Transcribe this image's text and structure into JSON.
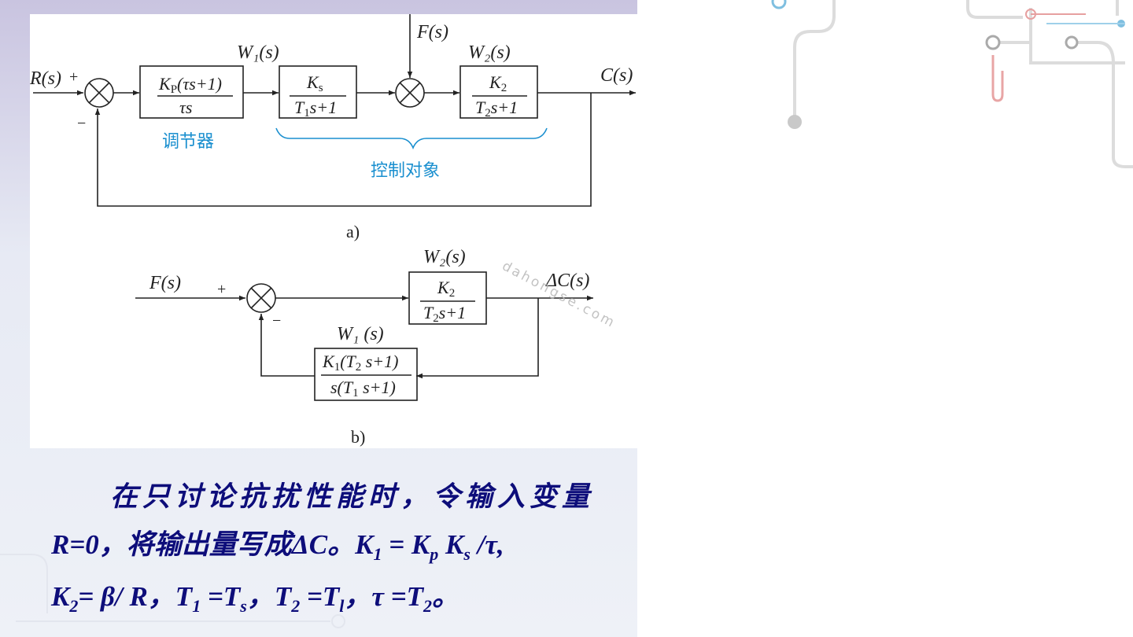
{
  "diagram_a": {
    "caption": "a)",
    "input_label": "R(s)",
    "plus_sign": "+",
    "minus_sign": "−",
    "disturbance_label": "F(s)",
    "output_label": "C(s)",
    "w1_label": "W₁(s)",
    "w2_label": "W₂(s)",
    "controller_num": "K",
    "controller_num_sub": "P",
    "controller_num_rest": "(τs+1)",
    "controller_den": "τs",
    "plant1_num": "K",
    "plant1_num_sub": "s",
    "plant1_den": "T",
    "plant1_den_sub": "1",
    "plant1_den_rest": "s+1",
    "plant2_num": "K",
    "plant2_num_sub": "2",
    "plant2_den": "T",
    "plant2_den_sub": "2",
    "plant2_den_rest": "s+1",
    "controller_cn": "调节器",
    "plant_cn": "控制对象"
  },
  "diagram_b": {
    "caption": "b)",
    "input_label": "F(s)",
    "plus_sign": "+",
    "minus_sign": "−",
    "output_label": "ΔC(s)",
    "w2_label": "W₂(s)",
    "w1_label": "W₁ (s)",
    "fwd_num": "K",
    "fwd_num_sub": "2",
    "fwd_den": "T",
    "fwd_den_sub": "2",
    "fwd_den_rest": "s+1",
    "fb_num": "K",
    "fb_num_sub": "1",
    "fb_num_rest1": "(T",
    "fb_num_sub2": "2",
    "fb_num_rest2": " s+1)",
    "fb_den": "s(T",
    "fb_den_sub": "1",
    "fb_den_rest": " s+1)"
  },
  "watermark": "dahongse.com",
  "text": {
    "line1": "在只讨论抗扰性能时，令输入变量",
    "line2_a": "R=0，将输出量写成ΔC。K",
    "line2_sub1": "1",
    "line2_b": " = K",
    "line2_sub_p": "p",
    "line2_c": " K",
    "line2_sub_s": "s",
    "line2_d": " /τ,",
    "line3_a": "K",
    "line3_sub2": "2",
    "line3_b": "= β/ R，T",
    "line3_sub1": "1",
    "line3_c": " =T",
    "line3_sub_s": "s",
    "line3_d": "，T",
    "line3_sub2b": "2",
    "line3_e": " =T",
    "line3_sub_l": "l",
    "line3_f": "，τ =T",
    "line3_sub2c": "2",
    "line3_g": "。"
  }
}
